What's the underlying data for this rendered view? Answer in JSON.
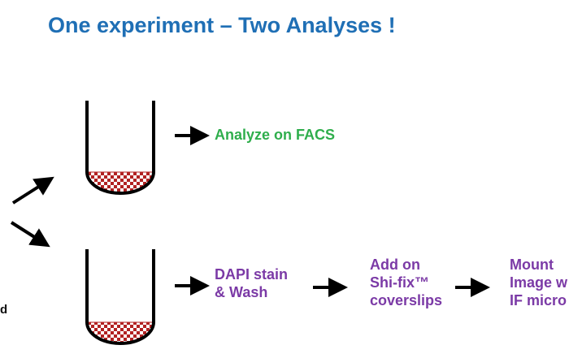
{
  "title": "One experiment – Two Analyses !",
  "left_partial_text": "d",
  "top_branch": {
    "result_label": "Analyze on FACS"
  },
  "bottom_branch": {
    "steps": [
      {
        "lines": [
          "DAPI stain",
          "& Wash"
        ]
      },
      {
        "lines": [
          "Add on",
          "Shi-fix™",
          "coverslips"
        ]
      },
      {
        "lines": [
          "Mount",
          "Image w",
          "IF micro"
        ]
      }
    ]
  },
  "colors": {
    "title": "#1f6fb5",
    "facs_label": "#2fae4c",
    "step_labels": "#7b3aa6",
    "pellet": "#b22222",
    "arrows": "#000000"
  }
}
